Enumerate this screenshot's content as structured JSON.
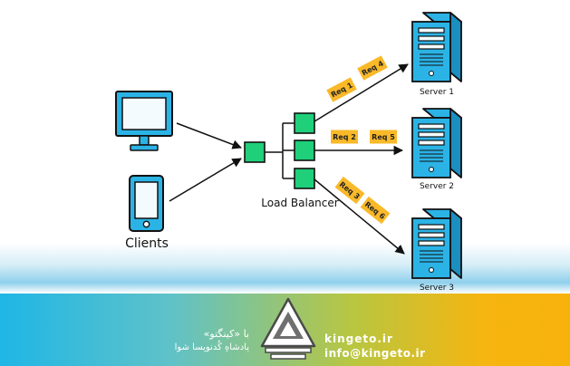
{
  "diagram": {
    "clients_label": "Clients",
    "lb_label": "Load Balancer",
    "servers": [
      {
        "label": "Server 1"
      },
      {
        "label": "Server 2"
      },
      {
        "label": "Server 3"
      }
    ],
    "requests": [
      "Req 1",
      "Req 4",
      "Req 2",
      "Req 5",
      "Req 3",
      "Req 6"
    ]
  },
  "footer": {
    "persian_line1": "با «کینگتو»",
    "persian_line2": "پادشاهِ کُدنویسا شوا",
    "site": "kingeto.ir",
    "email": "info@kingeto.ir"
  },
  "colors": {
    "server_blue": "#2bb3e6",
    "lb_green": "#1fcf7a",
    "req_yellow": "#f9b928"
  }
}
